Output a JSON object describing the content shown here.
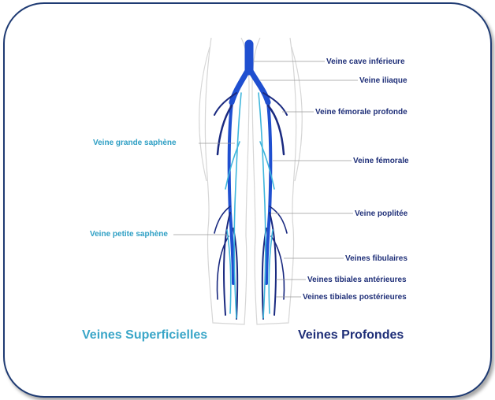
{
  "labels": {
    "veine_cave_inferieure": "Veine cave inférieure",
    "veine_iliaque": "Veine iliaque",
    "veine_femorale_profonde": "Veine fémorale profonde",
    "veine_femorale": "Veine fémorale",
    "veine_poplitee": "Veine poplitée",
    "veines_fibulaires": "Veines fibulaires",
    "veines_tibiales_anterieures": "Veines tibiales antérieures",
    "veines_tibiales_posterieures": "Veines tibiales postérieures",
    "veine_grande_saphene": "Veine grande saphène",
    "veine_petite_saphene": "Veine petite saphène"
  },
  "headings": {
    "superficial": "Veines Superficielles",
    "deep": "Veines Profondes"
  },
  "colors": {
    "deep_vein": "#1f4fd0",
    "deep_vein_dark": "#1a2a80",
    "superficial_vein": "#3fb6dc",
    "frame": "#1f3b73"
  }
}
